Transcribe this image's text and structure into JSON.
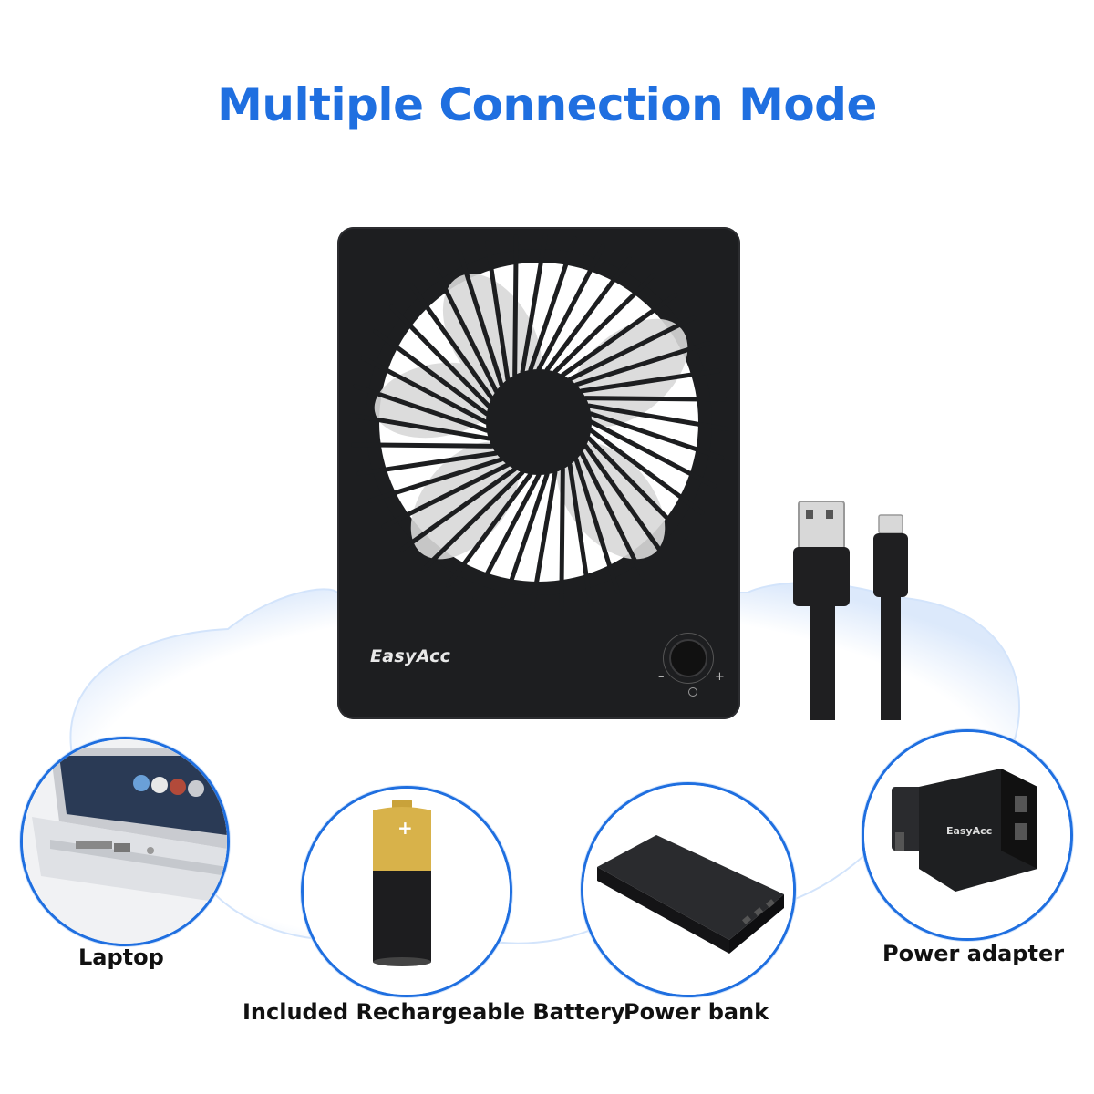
{
  "title": "Multiple Connection Mode",
  "product": {
    "brand": "EasyAcc",
    "knob_minus": "–",
    "knob_plus": "+"
  },
  "modes": [
    {
      "label": "Laptop",
      "icon": "laptop-icon"
    },
    {
      "label": "Included Rechargeable Battery",
      "icon": "battery-icon",
      "battery_plus": "+"
    },
    {
      "label": "Power bank",
      "icon": "power-bank-icon"
    },
    {
      "label": "Power adapter",
      "icon": "power-adapter-icon",
      "adapter_brand": "EasyAcc"
    }
  ],
  "colors": {
    "accent": "#1f6fe0",
    "fan_body": "#1d1e20",
    "cloud_edge": "#cfe2fb"
  }
}
